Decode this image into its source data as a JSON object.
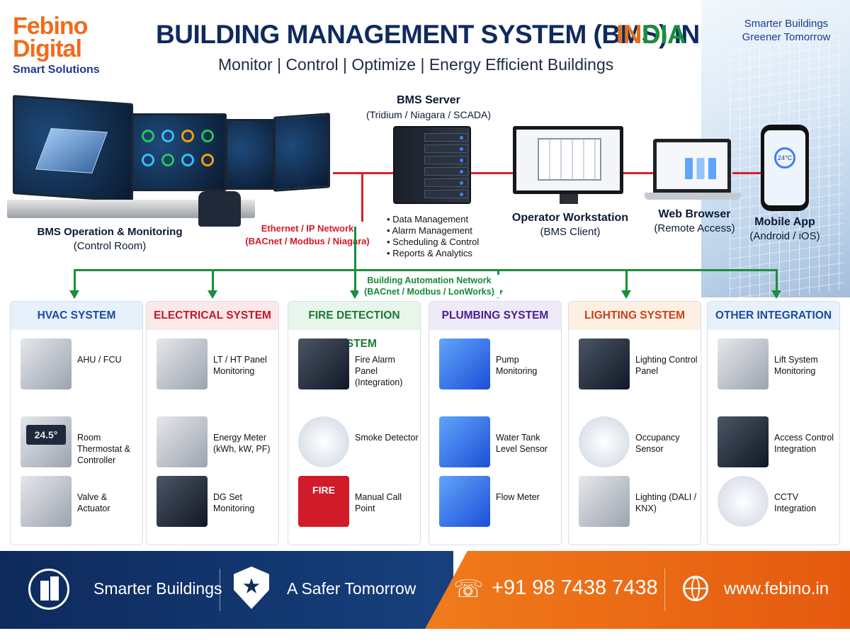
{
  "brand": {
    "line1": "Febino",
    "line2": "Digital",
    "sub": "Smart Solutions"
  },
  "header": {
    "title_main": "BUILDING MANAGEMENT SYSTEM (BMS) IN ",
    "title_in": "IN",
    "title_dia": "DIA",
    "subtitle": "Monitor  |  Control  |  Optimize  |  Energy Efficient Buildings",
    "tagline1": "Smarter Buildings",
    "tagline2": "Greener Tomorrow"
  },
  "network": {
    "control_room_title": "BMS Operation & Monitoring",
    "control_room_sub": "(Control Room)",
    "ethernet_1": "Ethernet / IP Network",
    "ethernet_2": "(BACnet / Modbus / Niagara)",
    "server_title": "BMS Server",
    "server_sub": "(Tridium / Niagara / SCADA)",
    "server_bullets": [
      "• Data Management",
      "• Alarm Management",
      "• Scheduling & Control",
      "• Reports & Analytics"
    ],
    "workstation_title": "Operator Workstation",
    "workstation_sub": "(BMS Client)",
    "browser_title": "Web Browser",
    "browser_sub": "(Remote Access)",
    "mobile_title": "Mobile App",
    "mobile_sub": "(Android / iOS)",
    "mobile_temp": "24°C",
    "automation_1": "Building Automation Network",
    "automation_2": "(BACnet / Modbus / LonWorks)"
  },
  "colors": {
    "orange": "#f26a1b",
    "navy": "#0f2a5f",
    "red": "#d9202e",
    "green": "#1a8f3c",
    "purple": "#6b2fa0"
  },
  "systems": [
    {
      "title": "HVAC SYSTEM",
      "color": "#1e4a9c",
      "bg": "#e6f1fb",
      "items": [
        {
          "label": "AHU / FCU",
          "icon": "ahu-icon"
        },
        {
          "label": "Room Thermostat & Controller",
          "icon": "thermostat-icon",
          "display": "24.5°"
        },
        {
          "label": "Valve & Actuator",
          "icon": "valve-icon"
        }
      ]
    },
    {
      "title": "ELECTRICAL SYSTEM",
      "color": "#c0182a",
      "bg": "#fbe9ea",
      "items": [
        {
          "label": "LT / HT Panel Monitoring",
          "icon": "panel-icon"
        },
        {
          "label": "Energy Meter (kWh, kW, PF)",
          "icon": "energy-meter-icon"
        },
        {
          "label": "DG Set Monitoring",
          "icon": "generator-icon"
        }
      ]
    },
    {
      "title": "FIRE DETECTION SYSTEM",
      "color": "#1a7a34",
      "bg": "#e8f5ea",
      "items": [
        {
          "label": "Fire Alarm Panel (Integration)",
          "icon": "fire-panel-icon"
        },
        {
          "label": "Smoke Detector",
          "icon": "smoke-detector-icon"
        },
        {
          "label": "Manual Call Point",
          "icon": "call-point-icon",
          "display": "FIRE"
        }
      ]
    },
    {
      "title": "PLUMBING SYSTEM",
      "color": "#4a1f8c",
      "bg": "#eeeaf8",
      "items": [
        {
          "label": "Pump Monitoring",
          "icon": "pump-icon"
        },
        {
          "label": "Water Tank Level Sensor",
          "icon": "tank-icon"
        },
        {
          "label": "Flow Meter",
          "icon": "flow-meter-icon"
        }
      ]
    },
    {
      "title": "LIGHTING SYSTEM",
      "color": "#c9401a",
      "bg": "#fdf0e3",
      "items": [
        {
          "label": "Lighting Control Panel",
          "icon": "lighting-panel-icon"
        },
        {
          "label": "Occupancy Sensor",
          "icon": "occupancy-sensor-icon"
        },
        {
          "label": "Lighting (DALI / KNX)",
          "icon": "light-fixture-icon"
        }
      ]
    },
    {
      "title": "OTHER INTEGRATION",
      "color": "#1e4a9c",
      "bg": "#e6f1fb",
      "items": [
        {
          "label": "Lift System Monitoring",
          "icon": "lift-icon"
        },
        {
          "label": "Access Control Integration",
          "icon": "access-control-icon"
        },
        {
          "label": "CCTV Integration",
          "icon": "cctv-icon"
        }
      ]
    }
  ],
  "footer": {
    "item1": "Smarter Buildings",
    "item2": "A Safer Tomorrow",
    "phone": "+91 98 7438 7438",
    "web": "www.febino.in"
  }
}
